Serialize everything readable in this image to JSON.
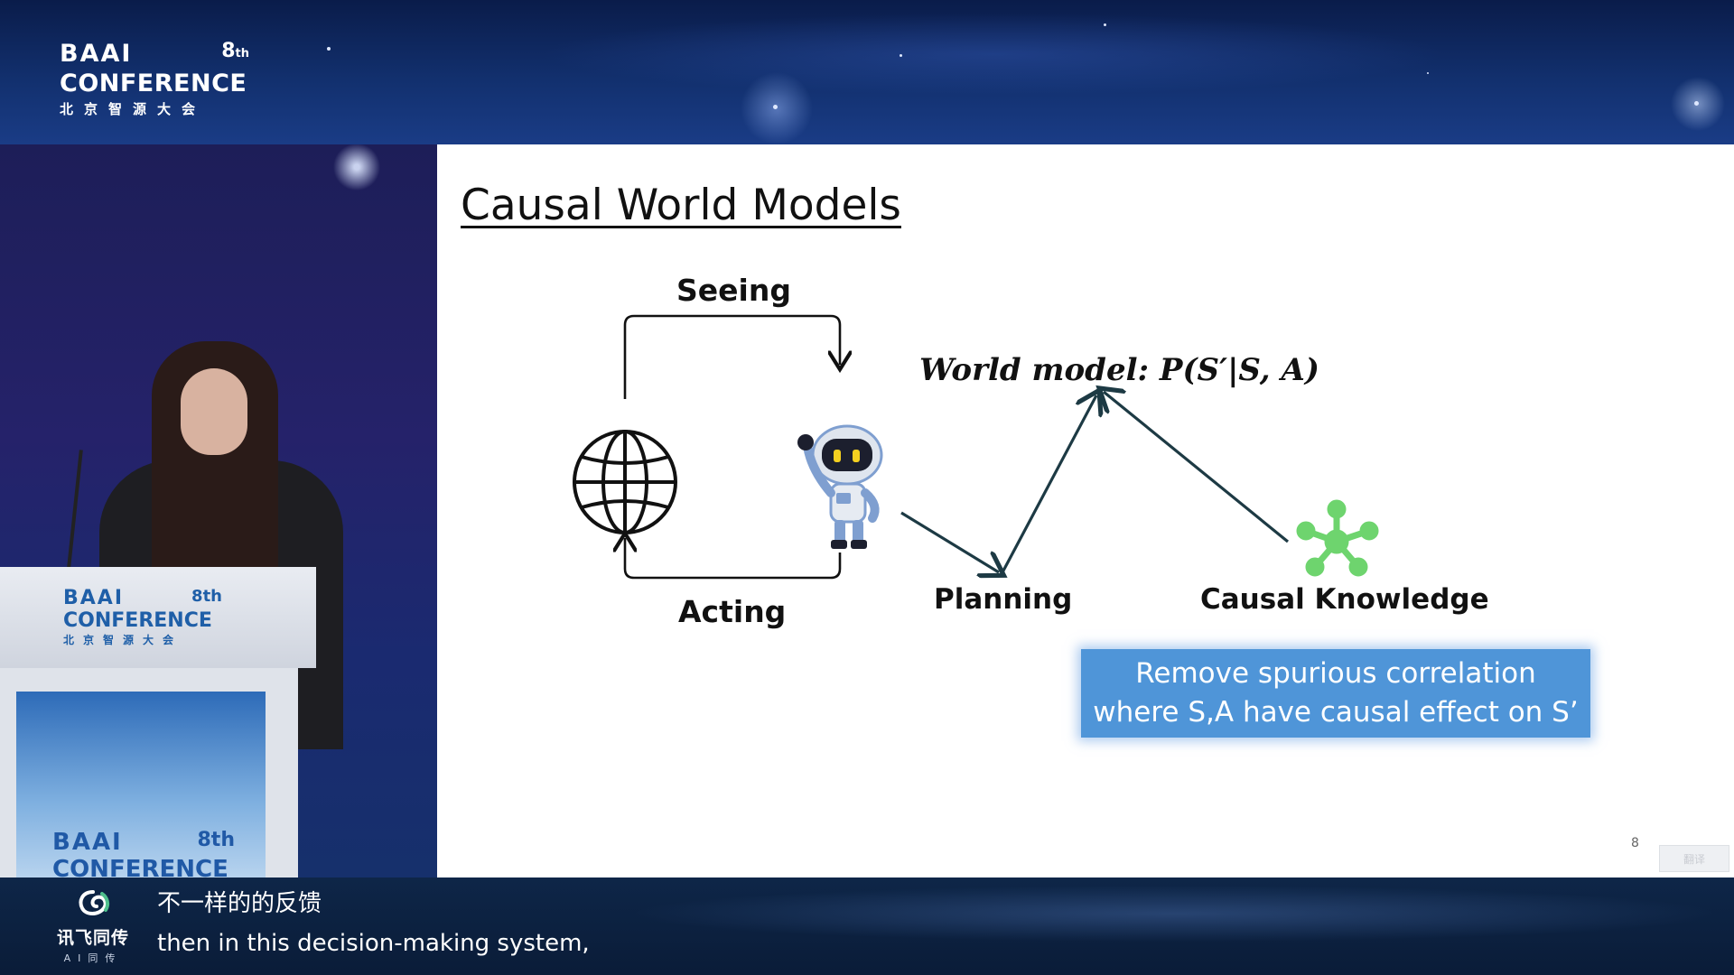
{
  "banner": {
    "logo": {
      "brand": "BAAI",
      "edition": "8",
      "edition_suffix": "th",
      "name": "CONFERENCE",
      "chinese_name": "北京智源大会"
    }
  },
  "podium": {
    "logo_top": {
      "brand": "BAAI",
      "edition": "8th",
      "name": "CONFERENCE",
      "chinese_name": "北京智源大会"
    },
    "logo_bottom": {
      "brand": "BAAI",
      "edition": "8th",
      "name": "CONFERENCE"
    }
  },
  "slide": {
    "title": "Causal World Models",
    "diagram": {
      "seeing_label": "Seeing",
      "acting_label": "Acting",
      "planning_label": "Planning",
      "causal_knowledge_label": "Causal Knowledge",
      "formula": "World model: P(S′|S, A)"
    },
    "callout": {
      "line1": "Remove spurious correlation",
      "line2": "where S,A have causal effect on S’"
    },
    "page_number": "8",
    "corner_button_label": "翻译"
  },
  "subtitles": {
    "provider_name": "讯飞同传",
    "provider_sub": "AI同传",
    "chinese_line": "不一样的的反馈",
    "english_line": "then in this decision-making system,"
  },
  "colors": {
    "banner_bg": "#12306e",
    "slide_bg": "#ffffff",
    "callout_bg": "#4f95d8",
    "causal_icon": "#6ed46e",
    "robot_body": "#7f9fd0",
    "subtitle_bar": "#0e2648"
  }
}
